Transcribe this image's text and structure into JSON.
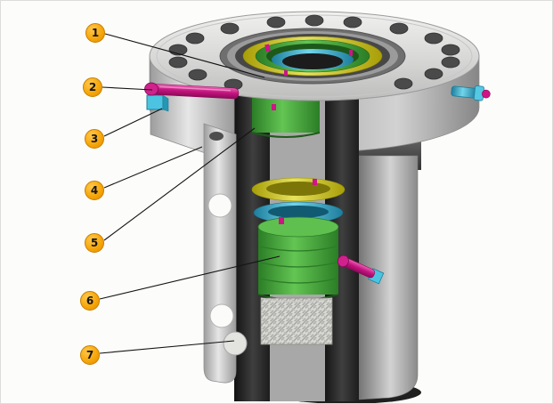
{
  "figure": {
    "background": "#fcfcfa",
    "border_color": "#dcdcda"
  },
  "palette": {
    "callout_fill": "#F7A70A",
    "callout_text": "#151515",
    "pin_magenta": "#C4137F",
    "bolt_cyan": "#4CC4E1",
    "seal_green": "#3F9E38",
    "ring_yellow": "#D8CC1C",
    "ring_cyan": "#2F9FC0",
    "metal_light": "#DCDCDC",
    "metal_dark": "#333333"
  },
  "callouts": [
    {
      "label": "1"
    },
    {
      "label": "2"
    },
    {
      "label": "3"
    },
    {
      "label": "4"
    },
    {
      "label": "5"
    },
    {
      "label": "6"
    },
    {
      "label": "7"
    }
  ]
}
